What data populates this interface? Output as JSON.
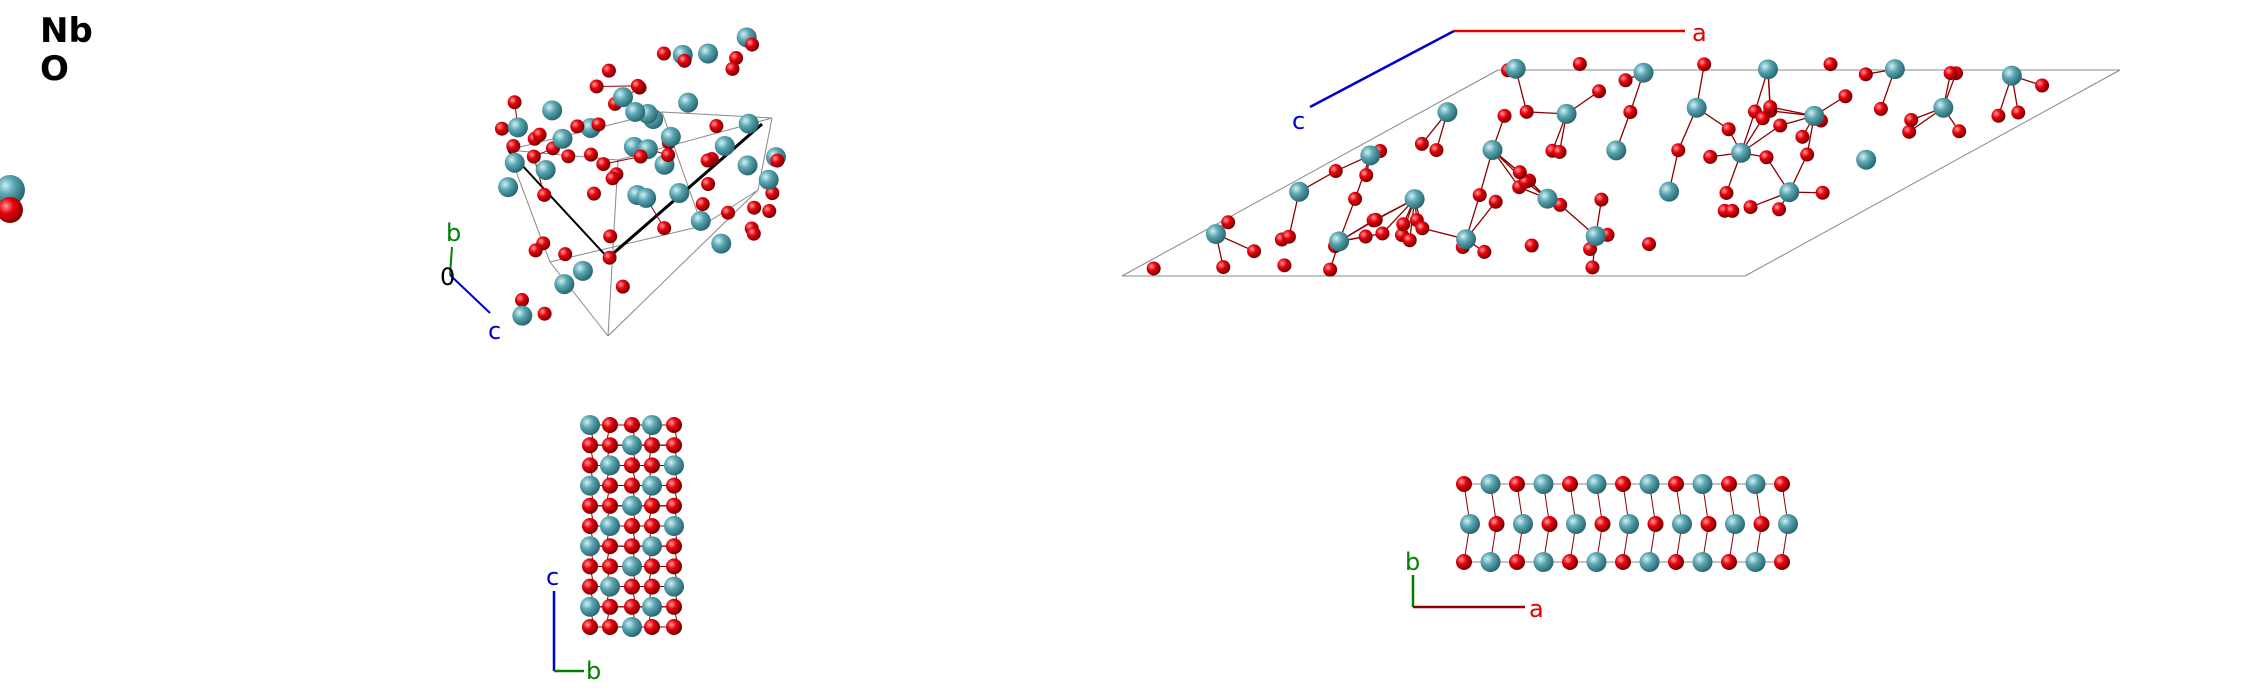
{
  "legend": {
    "elements": [
      "Nb",
      "O"
    ]
  },
  "colors": {
    "nb": "#5aa6b2",
    "o": "#e8000d",
    "bond": "#8b0000",
    "cell": "#888888",
    "axis_a": "#e00000",
    "axis_b": "#008000",
    "axis_c": "#0000cc"
  },
  "views": {
    "perspective": {
      "axis_b": "b",
      "axis_c": "c",
      "origin": "0"
    },
    "view_along_a": {
      "axis_c": "c",
      "axis_b": "b"
    },
    "view_along_b": {
      "axis_a": "a",
      "axis_c": "c"
    },
    "view_along_c": {
      "axis_b": "b",
      "axis_a": "a"
    }
  }
}
